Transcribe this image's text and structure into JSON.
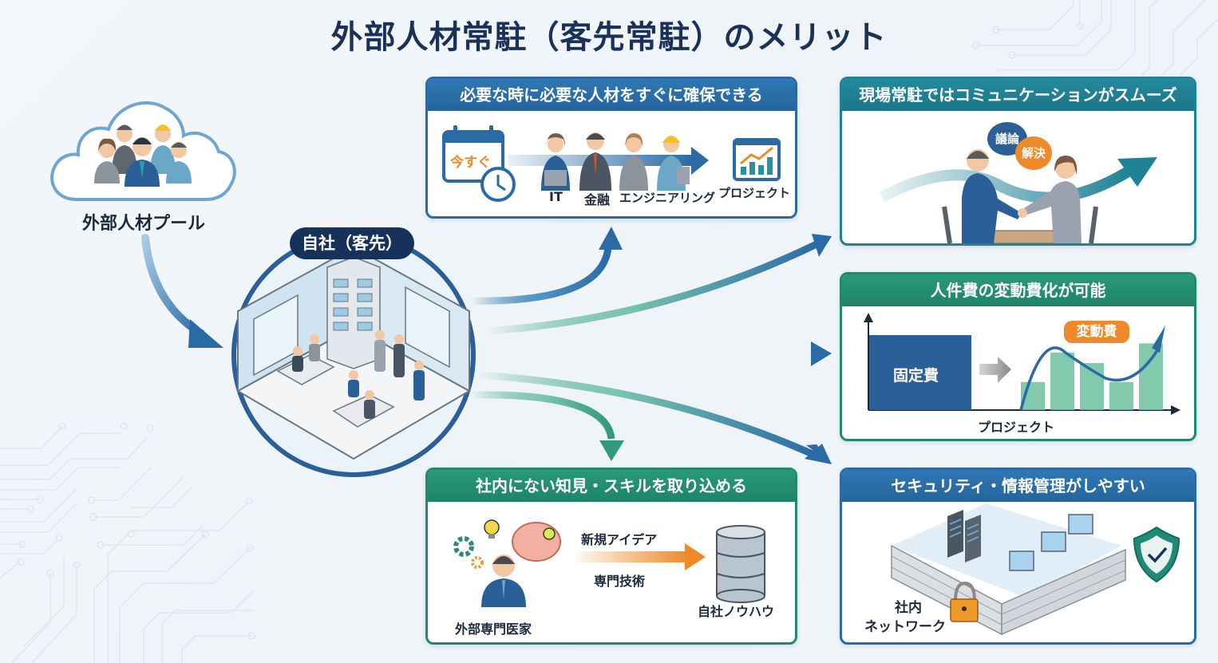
{
  "title": "外部人材常駐（客先常駐）のメリット",
  "pool": {
    "label": "外部人材プール"
  },
  "office": {
    "label": "自社（客先）"
  },
  "cards": {
    "secure": {
      "title": "必要な時に必要な人材をすぐに確保できる",
      "calendar_text": "今すぐ",
      "roles": [
        "IT",
        "金融",
        "エンジニアリング"
      ],
      "target": "プロジェクト"
    },
    "communication": {
      "title": "現場常駐ではコミュニケーションがスムーズ",
      "bubble_1": "議論",
      "bubble_2": "解決"
    },
    "variable_cost": {
      "title": "人件費の変動費化が可能",
      "fixed_label": "固定費",
      "variable_label": "変動費",
      "x_axis_label": "プロジェクト",
      "variable_bars": [
        0.4,
        0.82,
        0.67,
        0.4,
        0.95
      ]
    },
    "knowledge": {
      "title": "社内にない知見・スキルを取り込める",
      "expert_label": "外部専門医家",
      "flow_label_1": "新規アイデア",
      "flow_label_2": "専門技術",
      "destination_label": "自社ノウハウ"
    },
    "security": {
      "title": "セキュリティ・情報管理がしやすい",
      "network_label_1": "社内",
      "network_label_2": "ネットワーク"
    }
  },
  "colors": {
    "navy": "#1b3157",
    "blue": "#2a6ba6",
    "teal": "#1f8296",
    "green": "#22896a",
    "orange": "#ee8a2a"
  }
}
